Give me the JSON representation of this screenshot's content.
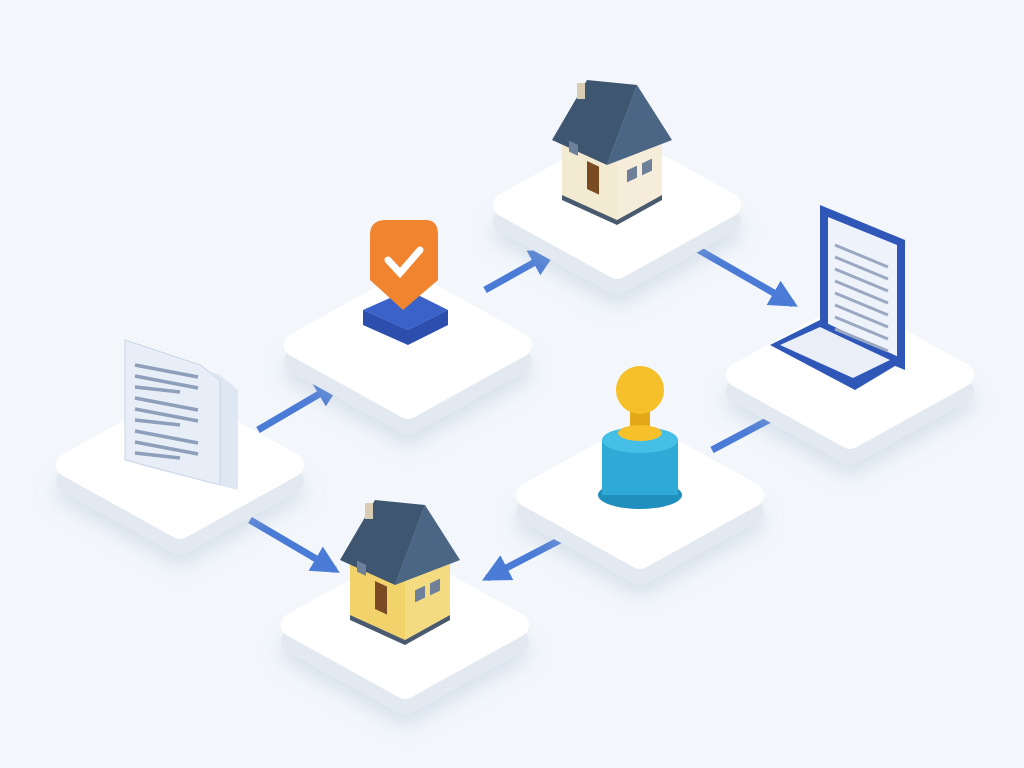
{
  "diagram": {
    "type": "isometric-flow",
    "colors": {
      "background": "#f3f7fb",
      "platform_top": "#ffffff",
      "platform_side": "#e3e9f1",
      "arrow": "#4a7bd6",
      "roof": "#3f5670",
      "house_top_wall": "#f3ead2",
      "house_bottom_wall": "#f2d36b",
      "shield": "#f0842f",
      "shield_base": "#3a62c9",
      "tablet_frame": "#2f57b8",
      "stamp_body": "#2fa9d6",
      "stamp_handle": "#f5c02a",
      "document": "#e8eef7"
    },
    "nodes": [
      {
        "id": "document",
        "icon": "document-icon"
      },
      {
        "id": "approval",
        "icon": "shield-check-icon"
      },
      {
        "id": "house-top",
        "icon": "house-icon"
      },
      {
        "id": "tablet",
        "icon": "tablet-document-icon"
      },
      {
        "id": "stamp",
        "icon": "stamp-icon"
      },
      {
        "id": "house-bottom",
        "icon": "house-icon"
      }
    ],
    "edges": [
      {
        "from": "document",
        "to": "approval",
        "arrowhead": true
      },
      {
        "from": "approval",
        "to": "house-top",
        "arrowhead": true
      },
      {
        "from": "house-top",
        "to": "tablet",
        "arrowhead": true
      },
      {
        "from": "tablet",
        "to": "stamp",
        "arrowhead": false
      },
      {
        "from": "stamp",
        "to": "house-bottom",
        "arrowhead": true
      },
      {
        "from": "document",
        "to": "house-bottom",
        "arrowhead": true
      }
    ]
  }
}
